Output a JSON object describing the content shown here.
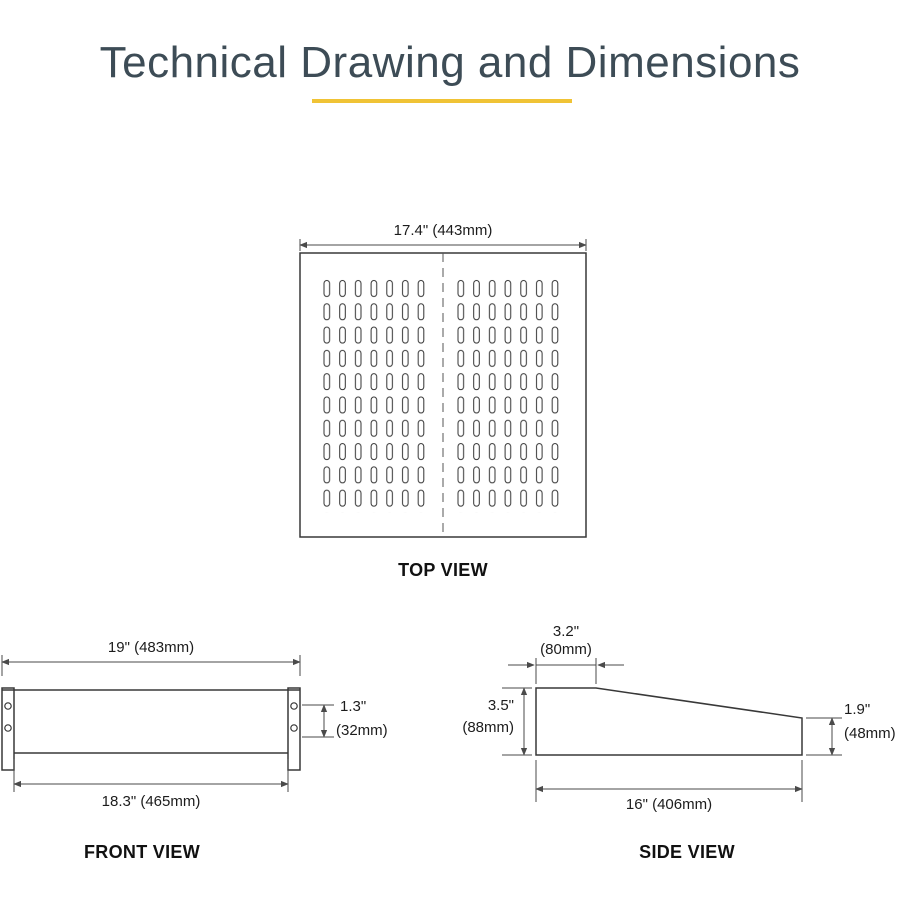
{
  "header": {
    "title": "Technical Drawing and Dimensions",
    "accent_color": "#f0c335",
    "title_color": "#3d4c56"
  },
  "top_view": {
    "label": "TOP VIEW",
    "width_dim": "17.4\" (443mm)"
  },
  "front_view": {
    "label": "FRONT VIEW",
    "overall_width_dim": "19\" (483mm)",
    "lip_height_in": "1.3\"",
    "lip_height_mm": "(32mm)",
    "inner_width_dim": "18.3\" (465mm)"
  },
  "side_view": {
    "label": "SIDE VIEW",
    "flat_depth_in": "3.2\"",
    "flat_depth_mm": "(80mm)",
    "front_height_in": "3.5\"",
    "front_height_mm": "(88mm)",
    "rear_height_in": "1.9\"",
    "rear_height_mm": "(48mm)",
    "depth_dim": "16\" (406mm)"
  }
}
